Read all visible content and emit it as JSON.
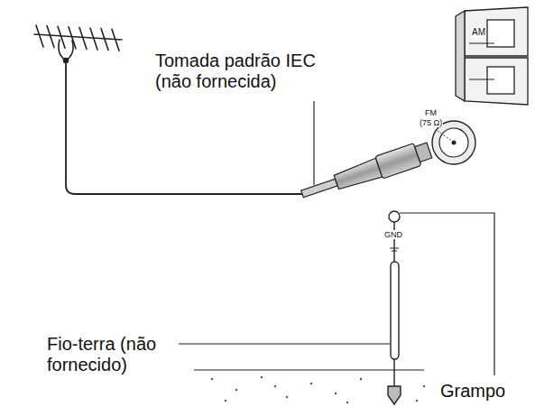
{
  "diagram": {
    "labels": [
      "Tomada padrão IEC (não fornecida)",
      "Fio-terra (não fornecido)",
      "Grampo",
      "AM",
      "FM",
      "(75 Ω)",
      "GND"
    ]
  }
}
